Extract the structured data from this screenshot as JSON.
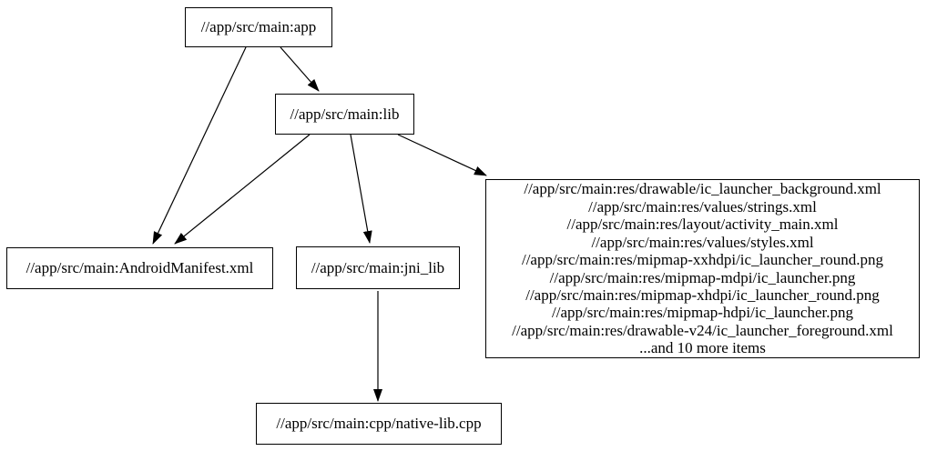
{
  "diagram": {
    "type": "directed-dependency-graph",
    "colors": {
      "background": "#ffffff",
      "node_fill": "#ffffff",
      "node_border": "#000000",
      "text": "#000000",
      "edge": "#000000"
    },
    "nodes": [
      {
        "id": "app",
        "label": "//app/src/main:app"
      },
      {
        "id": "lib",
        "label": "//app/src/main:lib"
      },
      {
        "id": "android_manifest",
        "label": "//app/src/main:AndroidManifest.xml"
      },
      {
        "id": "jni_lib",
        "label": "//app/src/main:jni_lib"
      },
      {
        "id": "res_group",
        "lines": [
          "//app/src/main:res/drawable/ic_launcher_background.xml",
          "//app/src/main:res/values/strings.xml",
          "//app/src/main:res/layout/activity_main.xml",
          "//app/src/main:res/values/styles.xml",
          "//app/src/main:res/mipmap-xxhdpi/ic_launcher_round.png",
          "//app/src/main:res/mipmap-mdpi/ic_launcher.png",
          "//app/src/main:res/mipmap-xhdpi/ic_launcher_round.png",
          "//app/src/main:res/mipmap-hdpi/ic_launcher.png",
          "//app/src/main:res/drawable-v24/ic_launcher_foreground.xml",
          "...and 10 more items"
        ]
      },
      {
        "id": "native_lib_cpp",
        "label": "//app/src/main:cpp/native-lib.cpp"
      }
    ],
    "edges": [
      {
        "from": "app",
        "to": "lib"
      },
      {
        "from": "app",
        "to": "android_manifest"
      },
      {
        "from": "lib",
        "to": "android_manifest"
      },
      {
        "from": "lib",
        "to": "jni_lib"
      },
      {
        "from": "lib",
        "to": "res_group"
      },
      {
        "from": "jni_lib",
        "to": "native_lib_cpp"
      }
    ]
  }
}
